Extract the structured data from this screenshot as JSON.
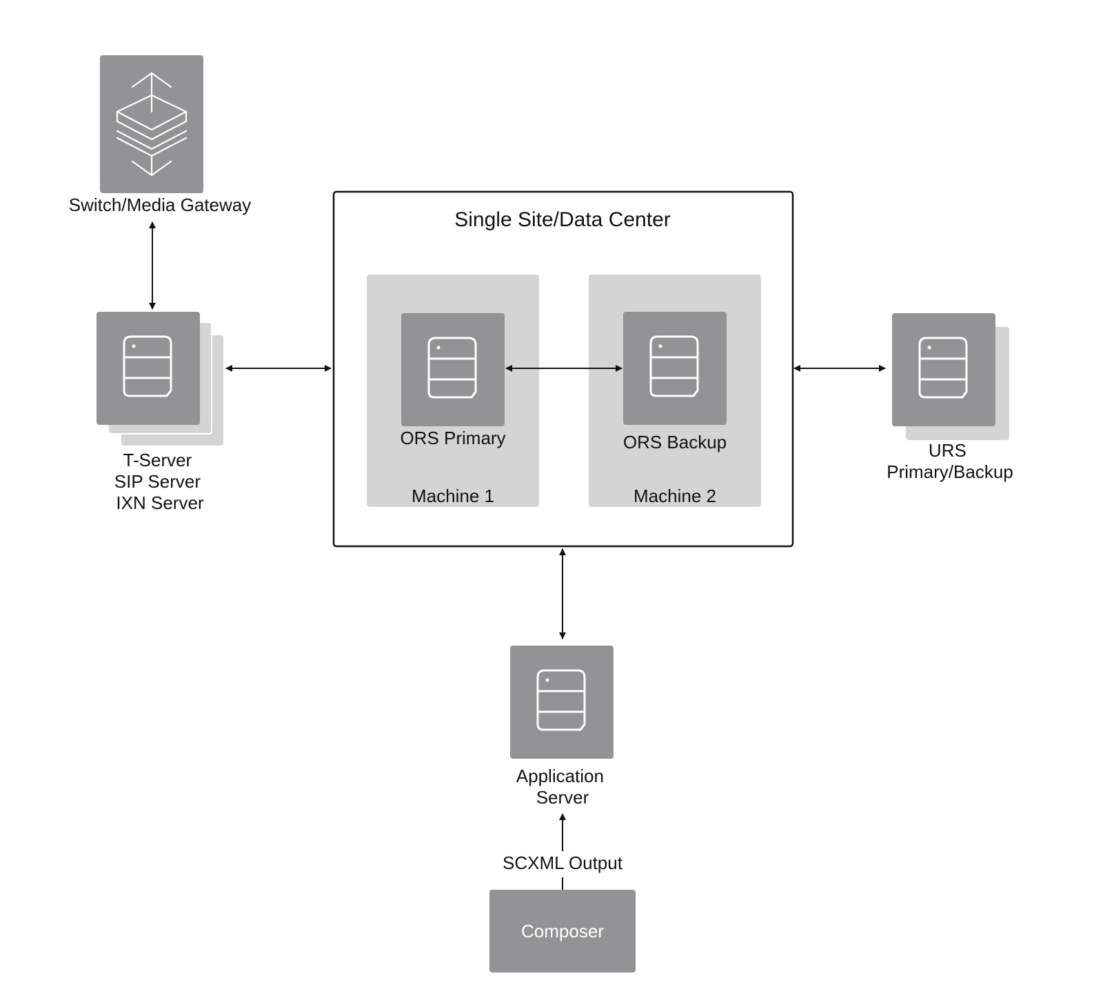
{
  "switch_gateway": {
    "label": "Switch/Media Gateway"
  },
  "tserver": {
    "lines": [
      "T-Server",
      "SIP Server",
      "IXN Server"
    ]
  },
  "data_center": {
    "title": "Single Site/Data Center",
    "machine1": {
      "label": "Machine 1",
      "server_label": "ORS Primary"
    },
    "machine2": {
      "label": "Machine 2",
      "server_label": "ORS Backup"
    }
  },
  "urs": {
    "lines": [
      "URS",
      "Primary/Backup"
    ]
  },
  "app_server": {
    "lines": [
      "Application",
      "Server"
    ]
  },
  "scxml": {
    "label": "SCXML Output"
  },
  "composer": {
    "label": "Composer"
  },
  "colors": {
    "node_dark": "#939395",
    "node_light": "#d4d4d4",
    "line": "#111111",
    "icon_stroke": "#ffffff"
  },
  "icons": [
    "switch-layers-icon",
    "server-icon"
  ]
}
